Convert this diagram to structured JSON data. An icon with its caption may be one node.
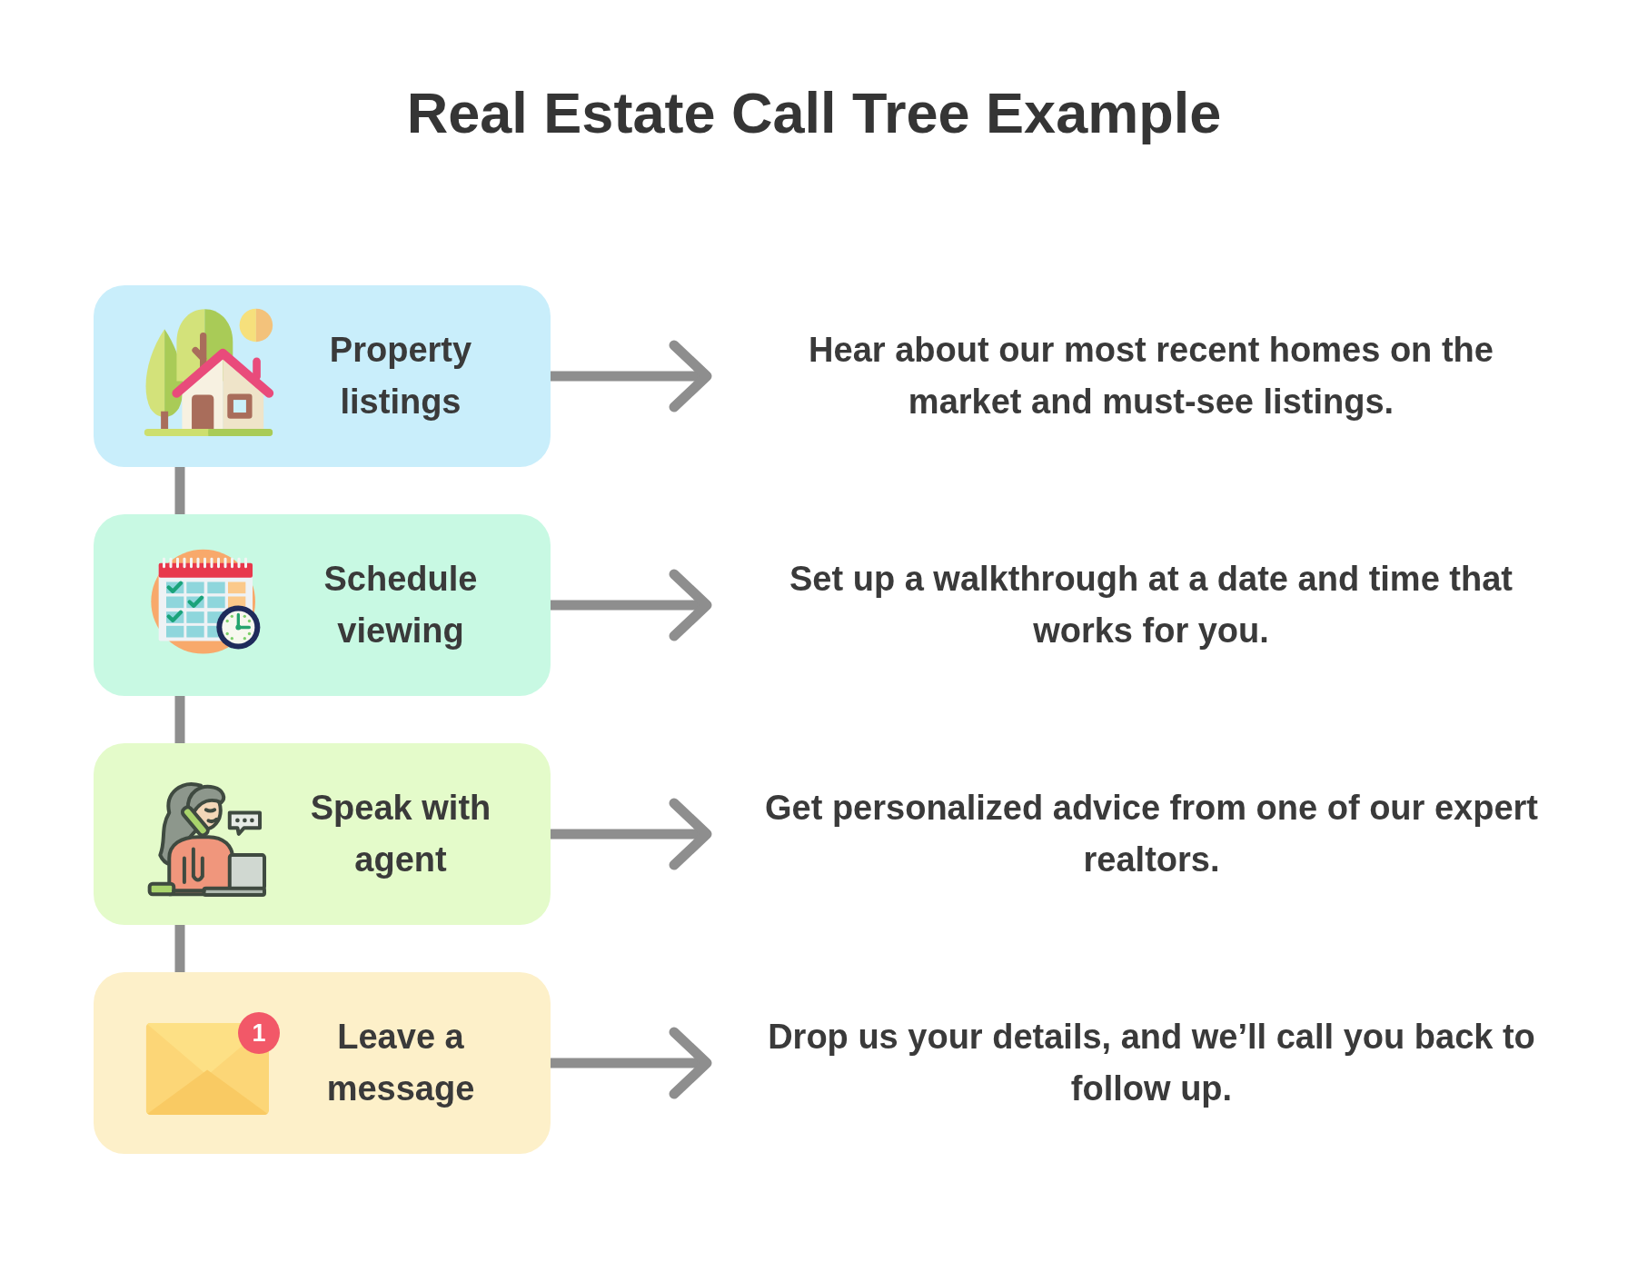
{
  "diagram": {
    "title": "Real Estate Call Tree Example",
    "nodes": [
      {
        "text": [
          "Property listings"
        ]
      },
      {
        "text": [
          "Hear about our most recent homes on the market and must-see listings."
        ]
      },
      {
        "text": [
          "Schedule viewing"
        ]
      },
      {
        "text": [
          "Set up a walkthrough at a date and time that works for you."
        ]
      },
      {
        "text": [
          "Speak with agent"
        ]
      },
      {
        "text": [
          "Get personalized advice from one of our expert realtors."
        ]
      },
      {
        "text": [
          "Leave a message"
        ]
      },
      {
        "text": [
          "Drop us your details, and we’ll call you back to follow up."
        ]
      }
    ],
    "edges": [
      {
        "from": 0,
        "to": 1,
        "arrow": "to"
      },
      {
        "from": 0,
        "to": 2,
        "arrow": "none"
      },
      {
        "from": 2,
        "to": 3,
        "arrow": "to"
      },
      {
        "from": 2,
        "to": 4,
        "arrow": "none"
      },
      {
        "from": 4,
        "to": 5,
        "arrow": "to"
      },
      {
        "from": 4,
        "to": 6,
        "arrow": "none"
      },
      {
        "from": 6,
        "to": 7,
        "arrow": "to"
      }
    ],
    "labels": [
      "1"
    ]
  }
}
